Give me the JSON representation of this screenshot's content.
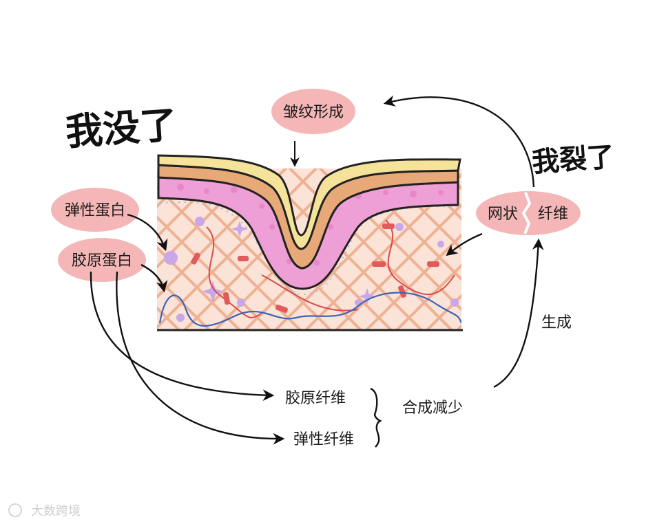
{
  "labels": {
    "wrinkle": "皱纹形成",
    "i_am_gone": "我没了",
    "i_cracked": "我裂了",
    "elastin_protein": "弹性蛋白",
    "collagen_protein": "胶原蛋白",
    "reticular_left": "网状",
    "reticular_right": "纤维",
    "collagen_fiber": "胶原纤维",
    "elastic_fiber": "弹性纤维",
    "synthesis_decrease": "合成减少",
    "generate": "生成"
  },
  "watermark": "大数跨境",
  "colors": {
    "bubble": "#f4b6b6",
    "epidermis_yellow": "#f5e39a",
    "epidermis_orange": "#e8a979",
    "dermis_pink": "#ee9fd6",
    "tissue": "#fbe3d8",
    "lattice": "#e9a07a",
    "fiber_red": "#d94a4a",
    "fiber_blue": "#3a63b8"
  }
}
